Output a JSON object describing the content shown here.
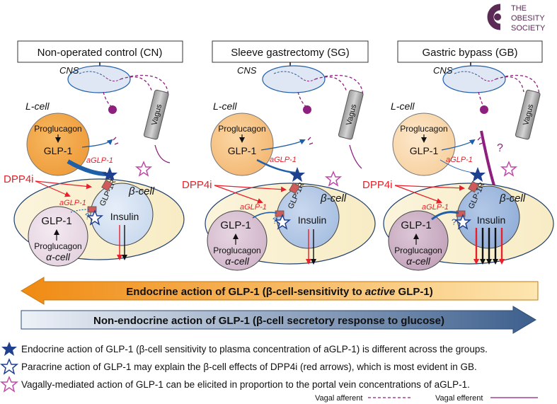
{
  "logo": {
    "line1": "THE",
    "line2": "OBESITY",
    "line3": "SOCIETY",
    "color": "#5b2a55"
  },
  "panels": [
    {
      "title": "Non-operated control (CN)",
      "cns": "CNS",
      "lcell": "L-cell",
      "vagus": "Vagus",
      "proglucagon_l": "Proglucagon",
      "glp1_l": "GLP-1",
      "aglp1_top": "aGLP-1",
      "aglp1_mid": "aGLP-1",
      "glp1r": "GLP-1R",
      "beta": "β-cell",
      "insulin": "Insulin",
      "glp1_a": "GLP-1",
      "proglucagon_a": "Proglucagon",
      "alpha": "α-cell",
      "dpp4": "DPP4i",
      "qmark": "?"
    },
    {
      "title": "Sleeve gastrectomy (SG)",
      "cns": "CNS",
      "lcell": "L-cell",
      "vagus": "Vagus",
      "proglucagon_l": "Proglucagon",
      "glp1_l": "GLP-1",
      "aglp1_top": "aGLP-1",
      "aglp1_mid": "aGLP-1",
      "glp1r": "GLP-1R",
      "beta": "β-cell",
      "insulin": "Insulin",
      "glp1_a": "GLP-1",
      "proglucagon_a": "Proglucagon",
      "alpha": "α-cell",
      "dpp4": "DPP4i",
      "qmark": "?"
    },
    {
      "title": "Gastric bypass (GB)",
      "cns": "CNS",
      "lcell": "L-cell",
      "vagus": "Vagus",
      "proglucagon_l": "Proglucagon",
      "glp1_l": "GLP-1",
      "aglp1_top": "aGLP-1",
      "aglp1_mid": "aGLP-1",
      "glp1r": "GLP-1R",
      "beta": "β-cell",
      "insulin": "Insulin",
      "glp1_a": "GLP-1",
      "proglucagon_a": "Proglucagon",
      "alpha": "α-cell",
      "dpp4": "DPP4i",
      "qmark": "?",
      "qmark_vagal": "?"
    }
  ],
  "arrows": {
    "endocrine_a": "Endocrine action of GLP-1 (",
    "endocrine_b": "β-cell-sensitivity to ",
    "endocrine_c": "active",
    "endocrine_d": " GLP-1)",
    "nonendocrine_a": "Non-endocrine action of GLP-1 (",
    "nonendocrine_b": "β-cell secretory response to glucose)"
  },
  "legend": [
    "Endocrine action of GLP-1 (β-cell sensitivity to plasma concentration of aGLP-1) is different across the groups.",
    "Paracrine action of GLP-1 may explain the β-cell effects of DPP4i (red arrows), which is most evident in GB.",
    "Vagally-mediated action of GLP-1 can be elicited in proportion to the portal vein concentrations of aGLP-1."
  ],
  "footer": {
    "afferent": "Vagal afferent",
    "efferent": "Vagal efferent"
  },
  "colors": {
    "dpp4": "#e8202a",
    "glp1_blue": "#1f5fa8",
    "vagal": "#8e1f7f",
    "pink_star": "#c04aa8",
    "endocrine_arrow": "#f39a1c",
    "nonendocrine_arrow": "#3c5f8e"
  }
}
